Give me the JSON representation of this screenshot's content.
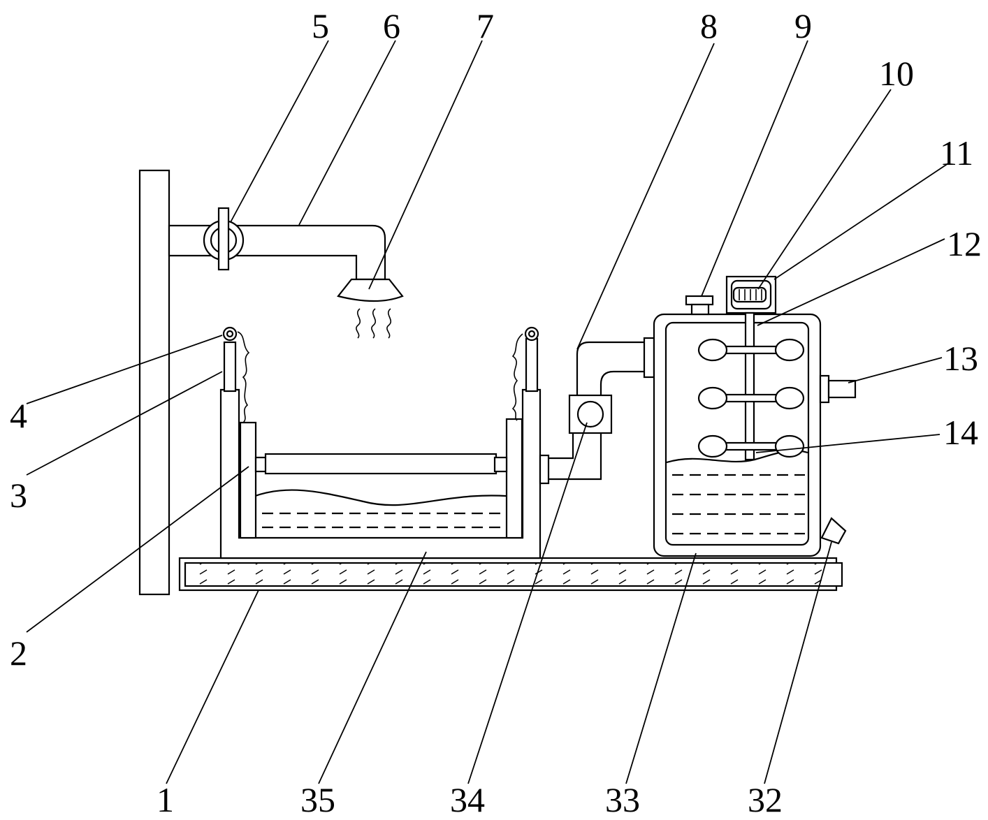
{
  "figure": {
    "labels": [
      "1",
      "2",
      "3",
      "4",
      "5",
      "6",
      "7",
      "8",
      "9",
      "10",
      "11",
      "12",
      "13",
      "14",
      "32",
      "33",
      "34",
      "35"
    ]
  },
  "colors": {
    "stroke": "#000000",
    "background": "#ffffff"
  }
}
